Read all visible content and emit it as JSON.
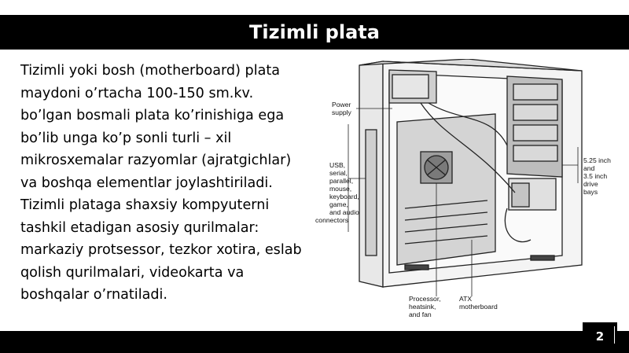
{
  "slide": {
    "title": "Tizimli plata",
    "body": "Tizimli yoki bosh (motherboard) plata maydoni o’rtacha 100-150 sm.kv. bo’lgan bosmali plata ko’rinishiga ega bo’lib unga ko’p sonli turli – xil mikrosxemalar razyomlar (ajratgichlar) va boshqa elementlar joylashtiriladi. Tizimli plataga shaxsiy kompyuterni tashkil etadigan asosiy qurilmalar: markaziy protsessor, tezkor xotira, eslab qolish qurilmalari, videokarta va boshqalar o’rnatiladi.",
    "page_number": "2"
  },
  "figure": {
    "labels": {
      "power_supply": [
        "Power",
        "supply"
      ],
      "connectors": [
        "USB,",
        "serial,",
        "parallel,",
        "mouse,",
        "keyboard,",
        "game,",
        "and audio",
        "connectors"
      ],
      "drive_bays": [
        "5.25 inch",
        "and",
        "3.5 inch",
        "drive",
        "bays"
      ],
      "processor": [
        "Processor,",
        "heatsink,",
        "and fan"
      ],
      "motherboard": [
        "ATX",
        "motherboard"
      ]
    }
  }
}
